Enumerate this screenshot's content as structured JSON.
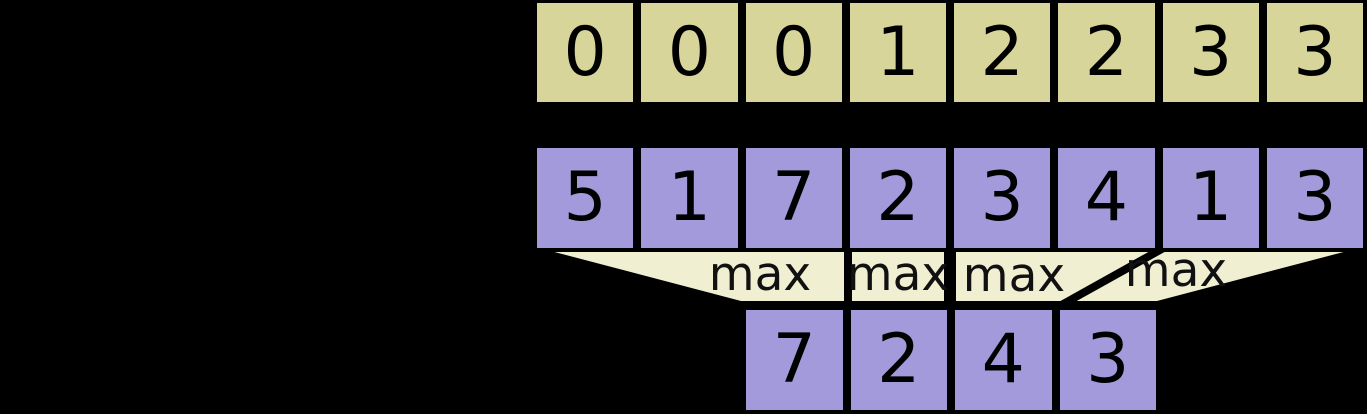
{
  "background_color": "#000000",
  "rows": {
    "segment_ids": {
      "color": "#d7d59a",
      "values": [
        0,
        0,
        0,
        1,
        2,
        2,
        3,
        3
      ]
    },
    "data": {
      "color": "#a39adb",
      "values": [
        5,
        1,
        7,
        2,
        3,
        4,
        1,
        3
      ]
    },
    "output": {
      "color": "#a39adb",
      "values": [
        7,
        2,
        4,
        3
      ]
    }
  },
  "operators": {
    "color": "#f0efd2",
    "labels": [
      "max",
      "max",
      "max",
      "max"
    ]
  }
}
